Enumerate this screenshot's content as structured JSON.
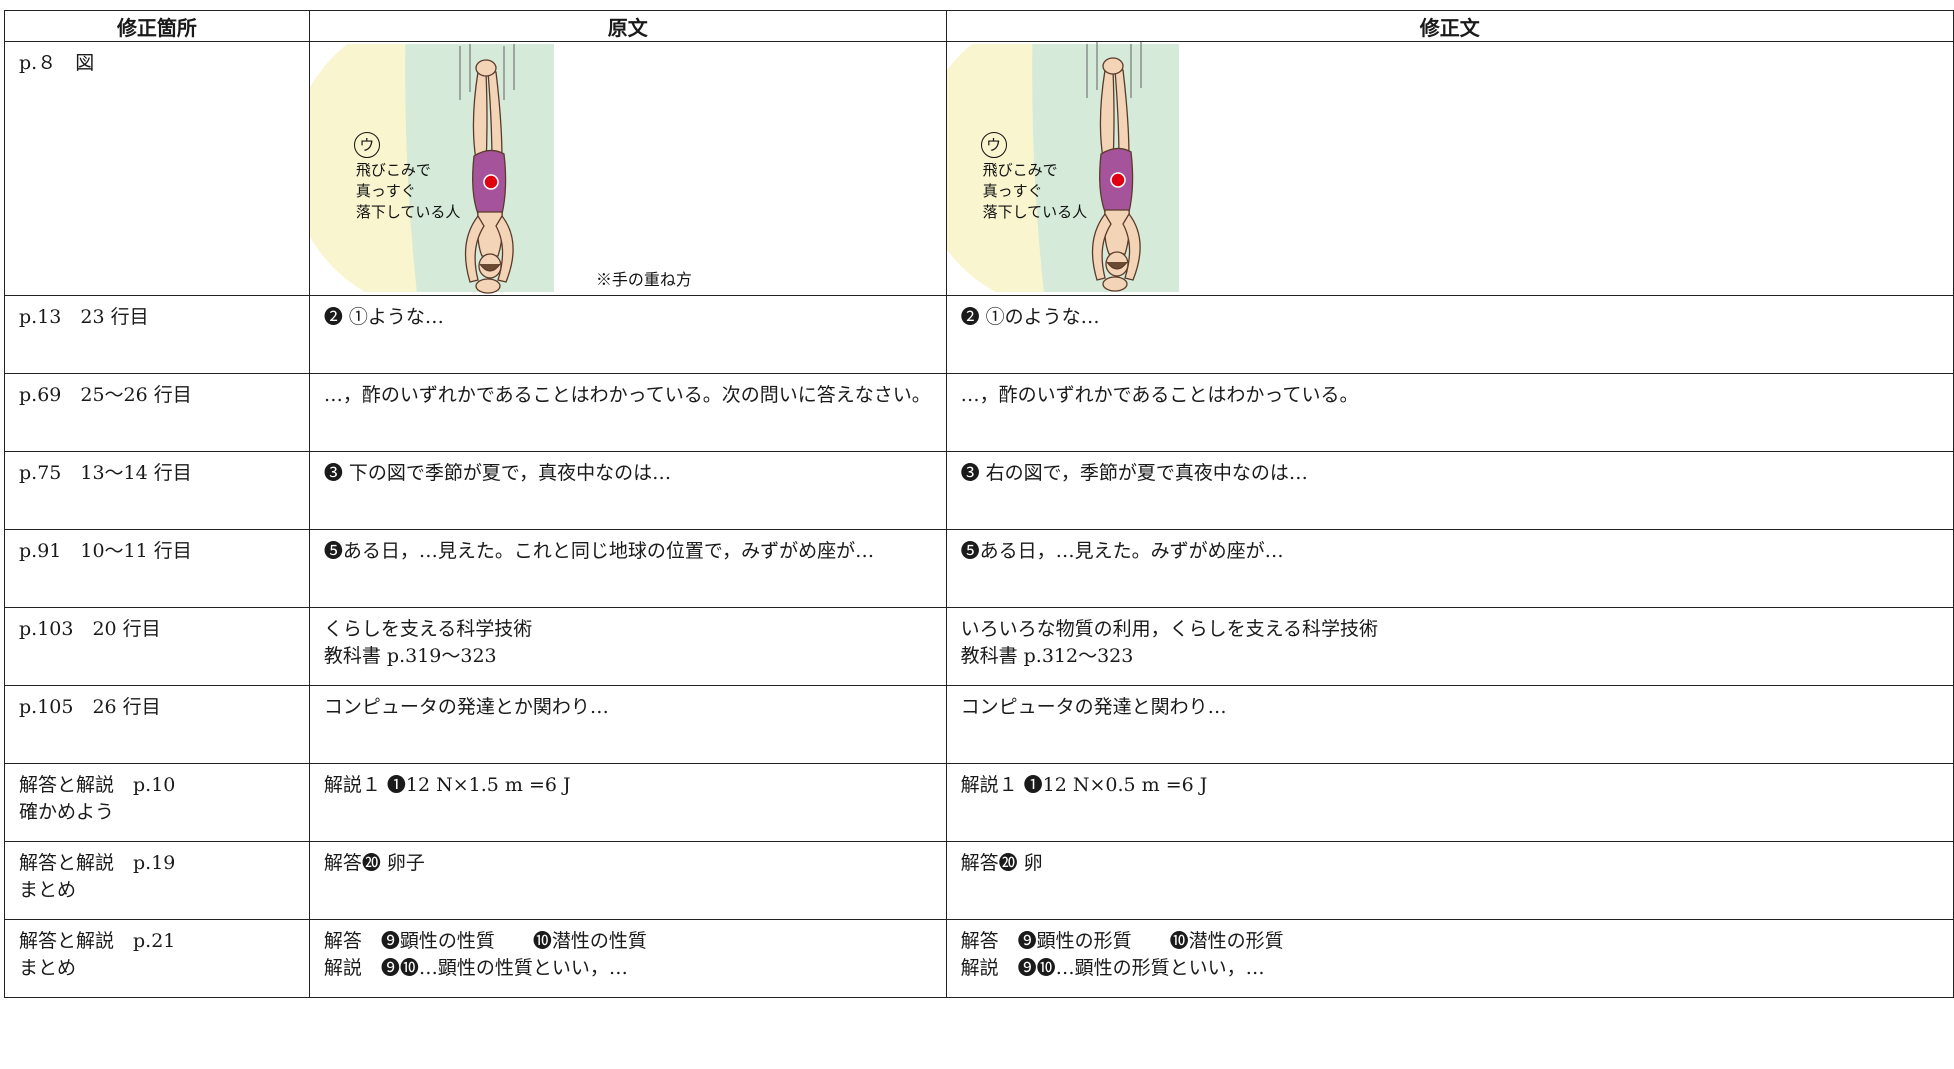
{
  "headers": {
    "location": "修正箇所",
    "original": "原文",
    "corrected": "修正文"
  },
  "figure": {
    "marker": "ウ",
    "label_lines": [
      "飛びこみで",
      "真っすぐ",
      "落下している人"
    ],
    "caption": "※手の重ね方",
    "colors": {
      "glow": "#f8f5cf",
      "band": "#d5ead9",
      "swimsuit": "#a5549c",
      "dot": "#e00012",
      "skin": "#f4d4b6"
    }
  },
  "rows": [
    {
      "location": [
        "p.８　図"
      ],
      "original": [],
      "corrected": []
    },
    {
      "location": [
        "p.13　23 行目"
      ],
      "original": [
        "❷ ①ような…"
      ],
      "corrected": [
        "❷ ①のような…"
      ]
    },
    {
      "location": [
        "p.69　25～26 行目"
      ],
      "original": [
        "…，酢のいずれかであることはわかっている。次の問いに答えなさい。"
      ],
      "corrected": [
        "…，酢のいずれかであることはわかっている。"
      ]
    },
    {
      "location": [
        "p.75　13～14 行目"
      ],
      "original": [
        "❸ 下の図で季節が夏で，真夜中なのは…"
      ],
      "corrected": [
        "❸ 右の図で，季節が夏で真夜中なのは…"
      ]
    },
    {
      "location": [
        "p.91　10～11 行目"
      ],
      "original": [
        "❺ある日，…見えた。これと同じ地球の位置で，みずがめ座が…"
      ],
      "corrected": [
        "❺ある日，…見えた。みずがめ座が…"
      ]
    },
    {
      "location": [
        "p.103　20 行目"
      ],
      "original": [
        "くらしを支える科学技術",
        "教科書 p.319～323"
      ],
      "corrected": [
        "いろいろな物質の利用，くらしを支える科学技術",
        "教科書 p.312～323"
      ]
    },
    {
      "location": [
        "p.105　26 行目"
      ],
      "original": [
        "コンピュータの発達とか関わり…"
      ],
      "corrected": [
        "コンピュータの発達と関わり…"
      ]
    },
    {
      "location": [
        "解答と解説　p.10",
        "確かめよう"
      ],
      "original": [
        "解説１ ❶12 N×1.5 m =6 J"
      ],
      "corrected": [
        "解説１ ❶12 N×0.5 m =6 J"
      ]
    },
    {
      "location": [
        "解答と解説　p.19",
        "まとめ"
      ],
      "original": [
        "解答⓴ 卵子"
      ],
      "corrected": [
        "解答⓴ 卵"
      ]
    },
    {
      "location": [
        "解答と解説　p.21",
        "まとめ"
      ],
      "original": [
        "解答　❾顕性の性質　　❿潜性の性質",
        "解説　❾❿…顕性の性質といい，…"
      ],
      "corrected": [
        "解答　❾顕性の形質　　❿潜性の形質",
        "解説　❾❿…顕性の形質といい，…"
      ]
    }
  ]
}
